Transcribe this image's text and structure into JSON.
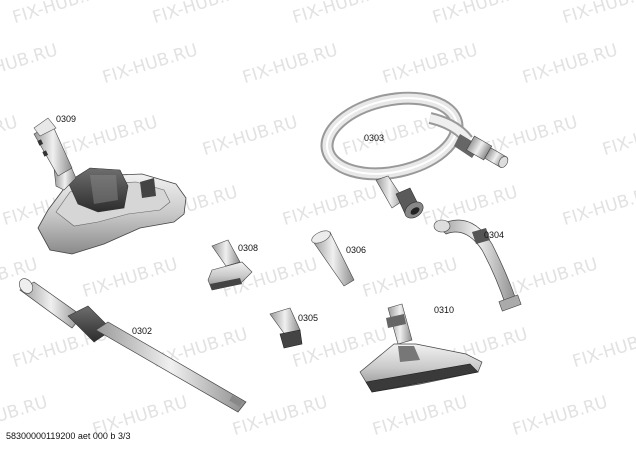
{
  "watermark": "FIX-HUB.RU",
  "parts": [
    {
      "id": "nozzle-0309",
      "number": "0309",
      "description": "floor nozzle"
    },
    {
      "id": "hose-0303",
      "number": "0303",
      "description": "suction hose"
    },
    {
      "id": "nozzle-0308",
      "number": "0308",
      "description": "upholstery nozzle"
    },
    {
      "id": "nozzle-0306",
      "number": "0306",
      "description": "crevice nozzle"
    },
    {
      "id": "handle-0304",
      "number": "0304",
      "description": "hose handle"
    },
    {
      "id": "tube-0302",
      "number": "0302",
      "description": "telescopic tube"
    },
    {
      "id": "nozzle-0305",
      "number": "0305",
      "description": "small brush nozzle"
    },
    {
      "id": "nozzle-0310",
      "number": "0310",
      "description": "parquet nozzle"
    }
  ],
  "caption": "58300000119200 aet 000 b 3/3"
}
